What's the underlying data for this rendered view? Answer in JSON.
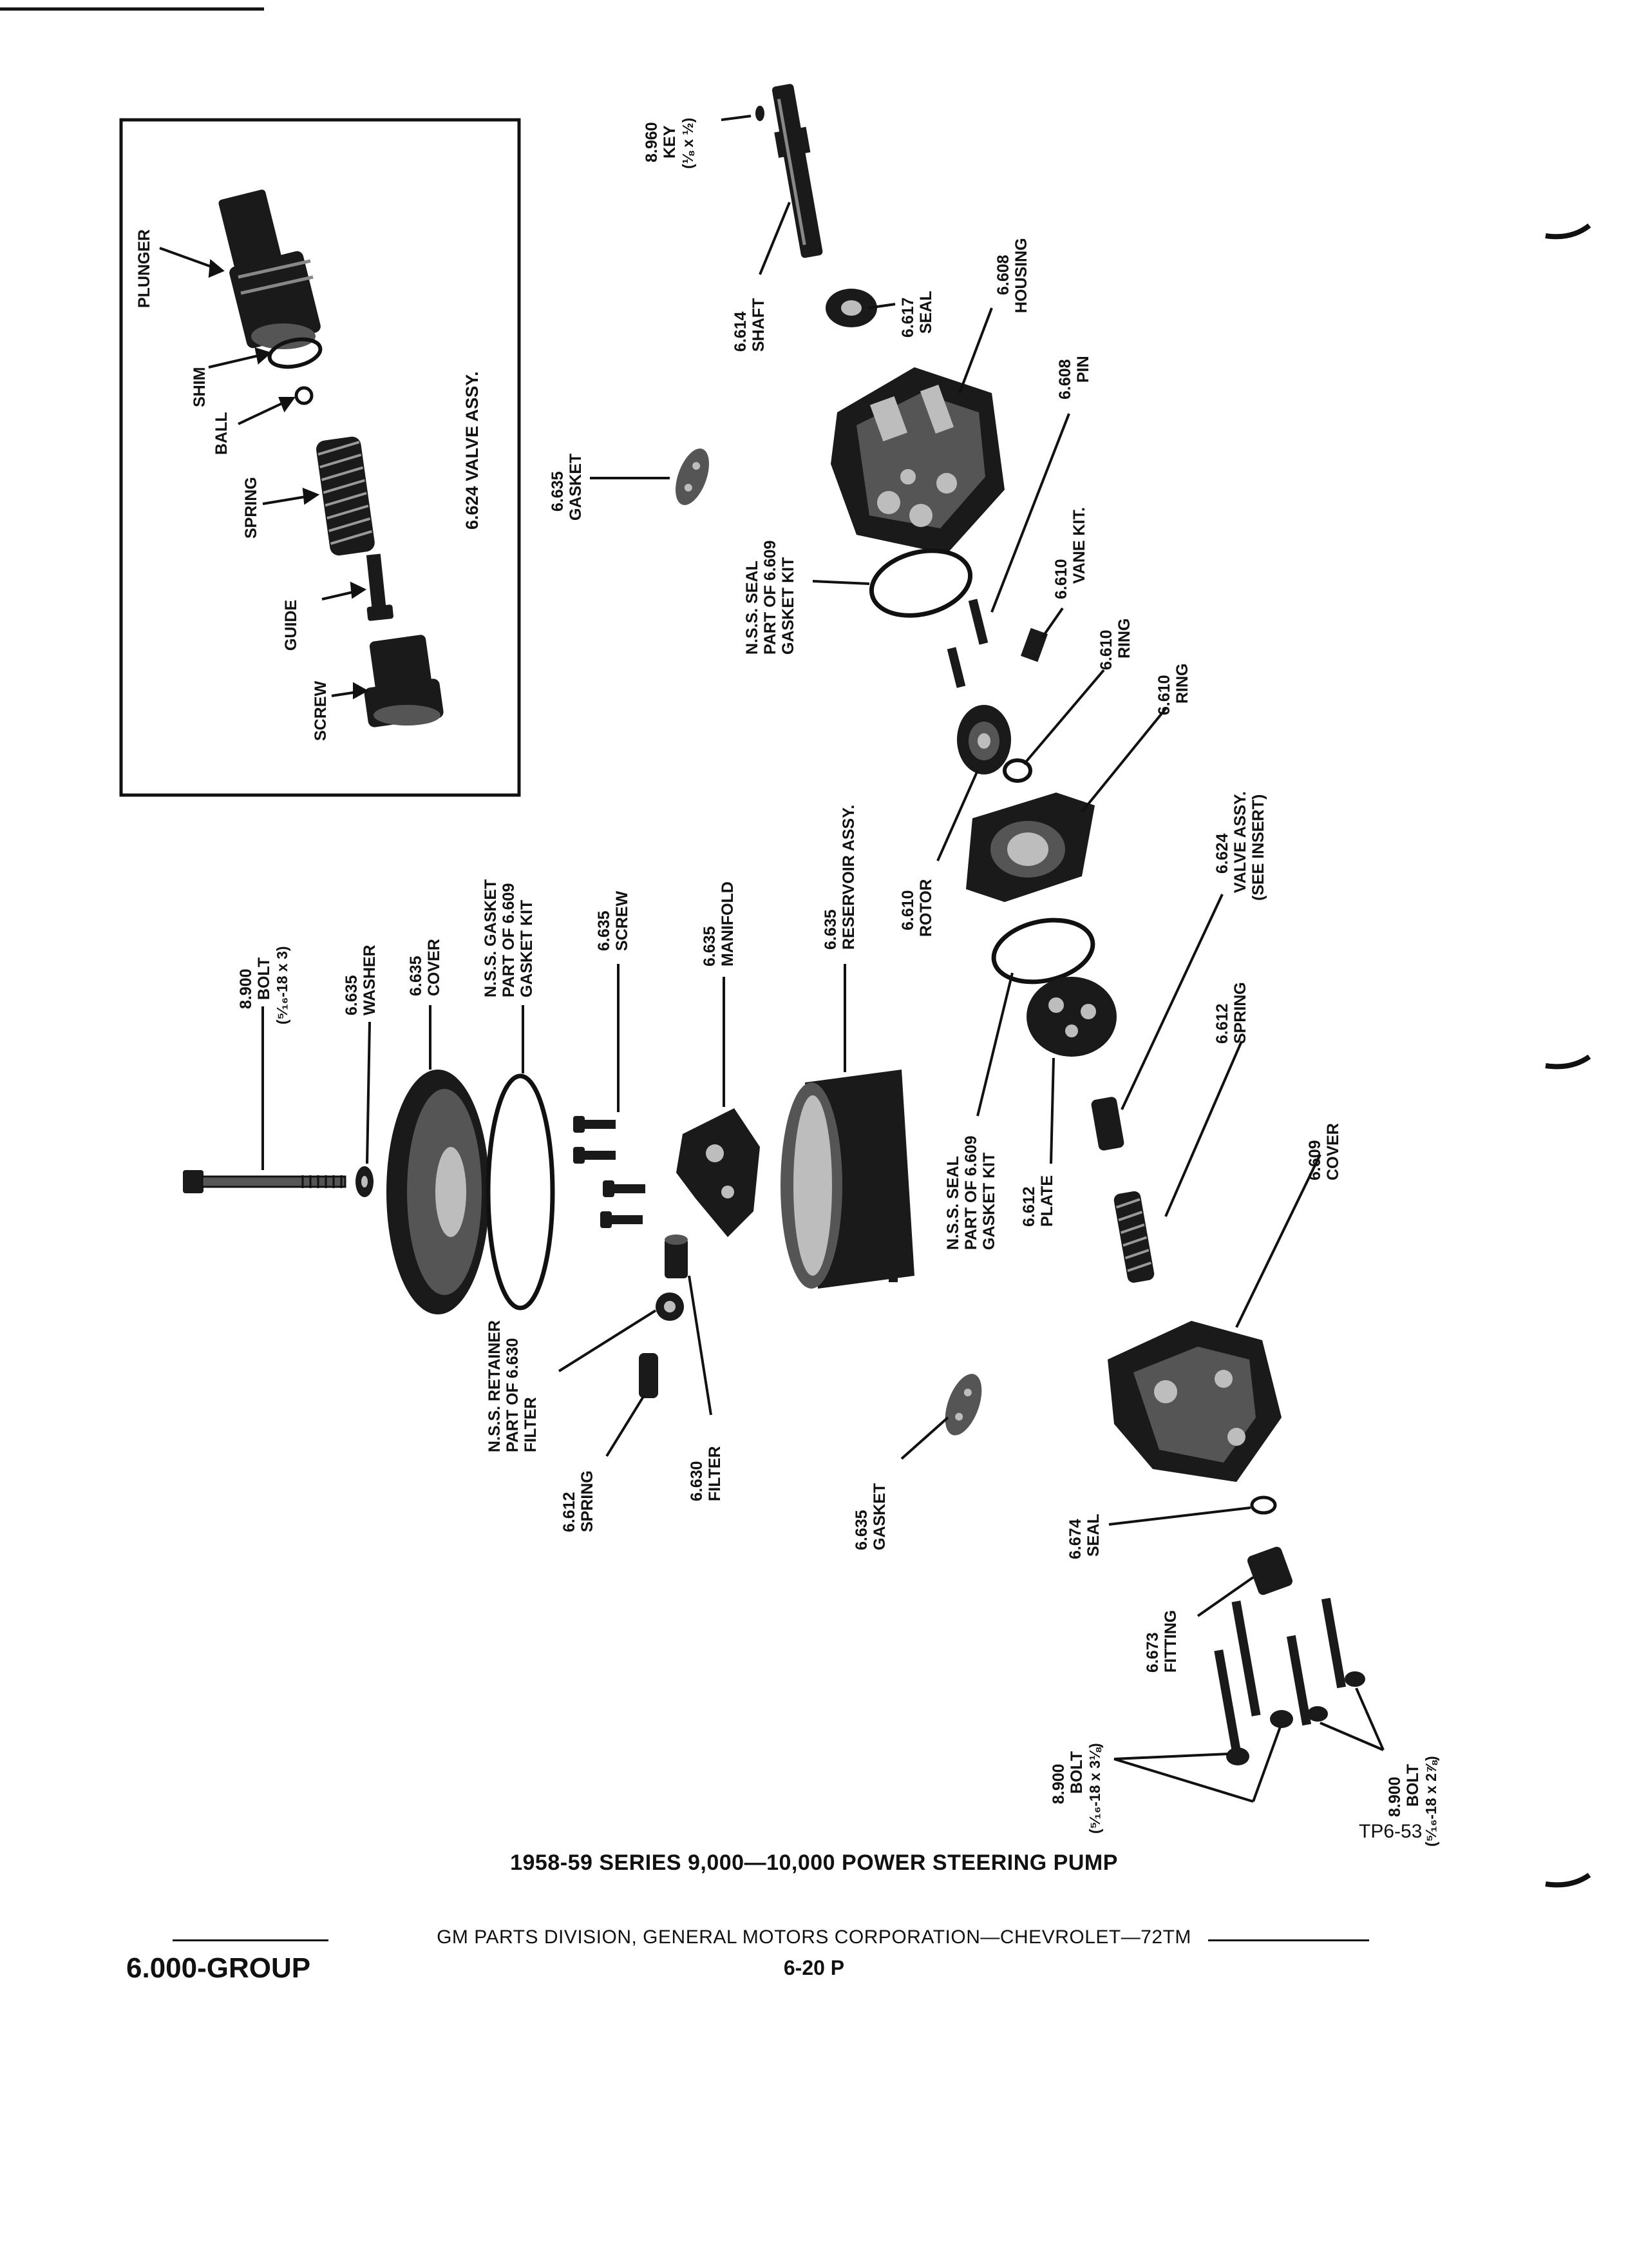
{
  "inset": {
    "title": "6.624 VALVE ASSY.",
    "labels": [
      "PLUNGER",
      "SHIM",
      "BALL",
      "SPRING",
      "GUIDE",
      "SCREW"
    ]
  },
  "callouts": {
    "key": [
      "8.960",
      "KEY",
      "(⅛ x ½)"
    ],
    "shaft": [
      "6.614",
      "SHAFT"
    ],
    "seal_617": [
      "6.617",
      "SEAL"
    ],
    "housing": [
      "6.608",
      "HOUSING"
    ],
    "pin": [
      "6.608",
      "PIN"
    ],
    "gasket_top": [
      "6.635",
      "GASKET"
    ],
    "nss_seal_top": [
      "N.S.S. SEAL",
      "PART OF 6.609",
      "GASKET KIT"
    ],
    "vane": [
      "6.610",
      "VANE KIT."
    ],
    "ring_a": [
      "6.610",
      "RING"
    ],
    "ring_b": [
      "6.610",
      "RING"
    ],
    "rotor": [
      "6.610",
      "ROTOR"
    ],
    "valve": [
      "6.624",
      "VALVE ASSY.",
      "(SEE INSERT)"
    ],
    "bolt_left": [
      "8.900",
      "BOLT",
      "(⁵⁄₁₆-18 x 3)"
    ],
    "washer": [
      "6.635",
      "WASHER"
    ],
    "cover_635": [
      "6.635",
      "COVER"
    ],
    "nss_gasket": [
      "N.S.S. GASKET",
      "PART OF 6.609",
      "GASKET KIT"
    ],
    "screw_635": [
      "6.635",
      "SCREW"
    ],
    "manifold": [
      "6.635",
      "MANIFOLD"
    ],
    "reservoir": [
      "6.635",
      "RESERVOIR ASSY."
    ],
    "spring_612_right": [
      "6.612",
      "SPRING"
    ],
    "nss_seal_mid": [
      "N.S.S. SEAL",
      "PART OF 6.609",
      "GASKET KIT"
    ],
    "plate": [
      "6.612",
      "PLATE"
    ],
    "cover_609": [
      "6.609",
      "COVER"
    ],
    "retainer": [
      "N.S.S. RETAINER",
      "PART OF 6.630",
      "FILTER"
    ],
    "spring_612_left": [
      "6.612",
      "SPRING"
    ],
    "filter": [
      "6.630",
      "FILTER"
    ],
    "gasket_bottom": [
      "6.635",
      "GASKET"
    ],
    "seal_674": [
      "6.674",
      "SEAL"
    ],
    "fitting": [
      "6.673",
      "FITTING"
    ],
    "bolt_long": [
      "8.900",
      "BOLT",
      "(⁵⁄₁₆-18 x 3⅛)"
    ],
    "bolt_short": [
      "8.900",
      "BOLT",
      "(⁵⁄₁₆-18 x 2⅞)"
    ]
  },
  "figure_id": "TP6-53",
  "caption": "1958-59 SERIES 9,000—10,000 POWER STEERING PUMP",
  "footer": {
    "division": "GM PARTS DIVISION, GENERAL MOTORS CORPORATION—CHEVROLET—72TM",
    "group": "6.000-GROUP",
    "page": "6-20 P"
  }
}
